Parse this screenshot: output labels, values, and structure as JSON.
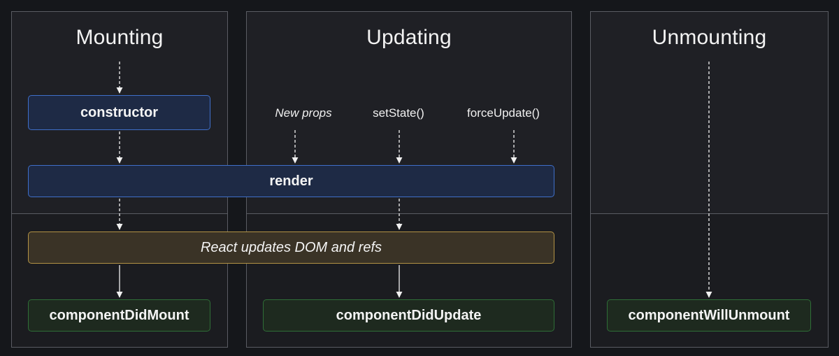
{
  "phases": {
    "mounting": "Mounting",
    "updating": "Updating",
    "unmounting": "Unmounting"
  },
  "triggers": {
    "new_props": "New props",
    "set_state": "setState()",
    "force_update": "forceUpdate()"
  },
  "methods": {
    "constructor": "constructor",
    "render": "render",
    "dom_update": "React updates DOM and refs",
    "did_mount": "componentDidMount",
    "did_update": "componentDidUpdate",
    "will_unmount": "componentWillUnmount"
  },
  "colors": {
    "background": "#15171b",
    "panel": "#1f2025",
    "blue_border": "#3f6fc9",
    "amber_border": "#b39345",
    "green_border": "#2f6e37"
  }
}
